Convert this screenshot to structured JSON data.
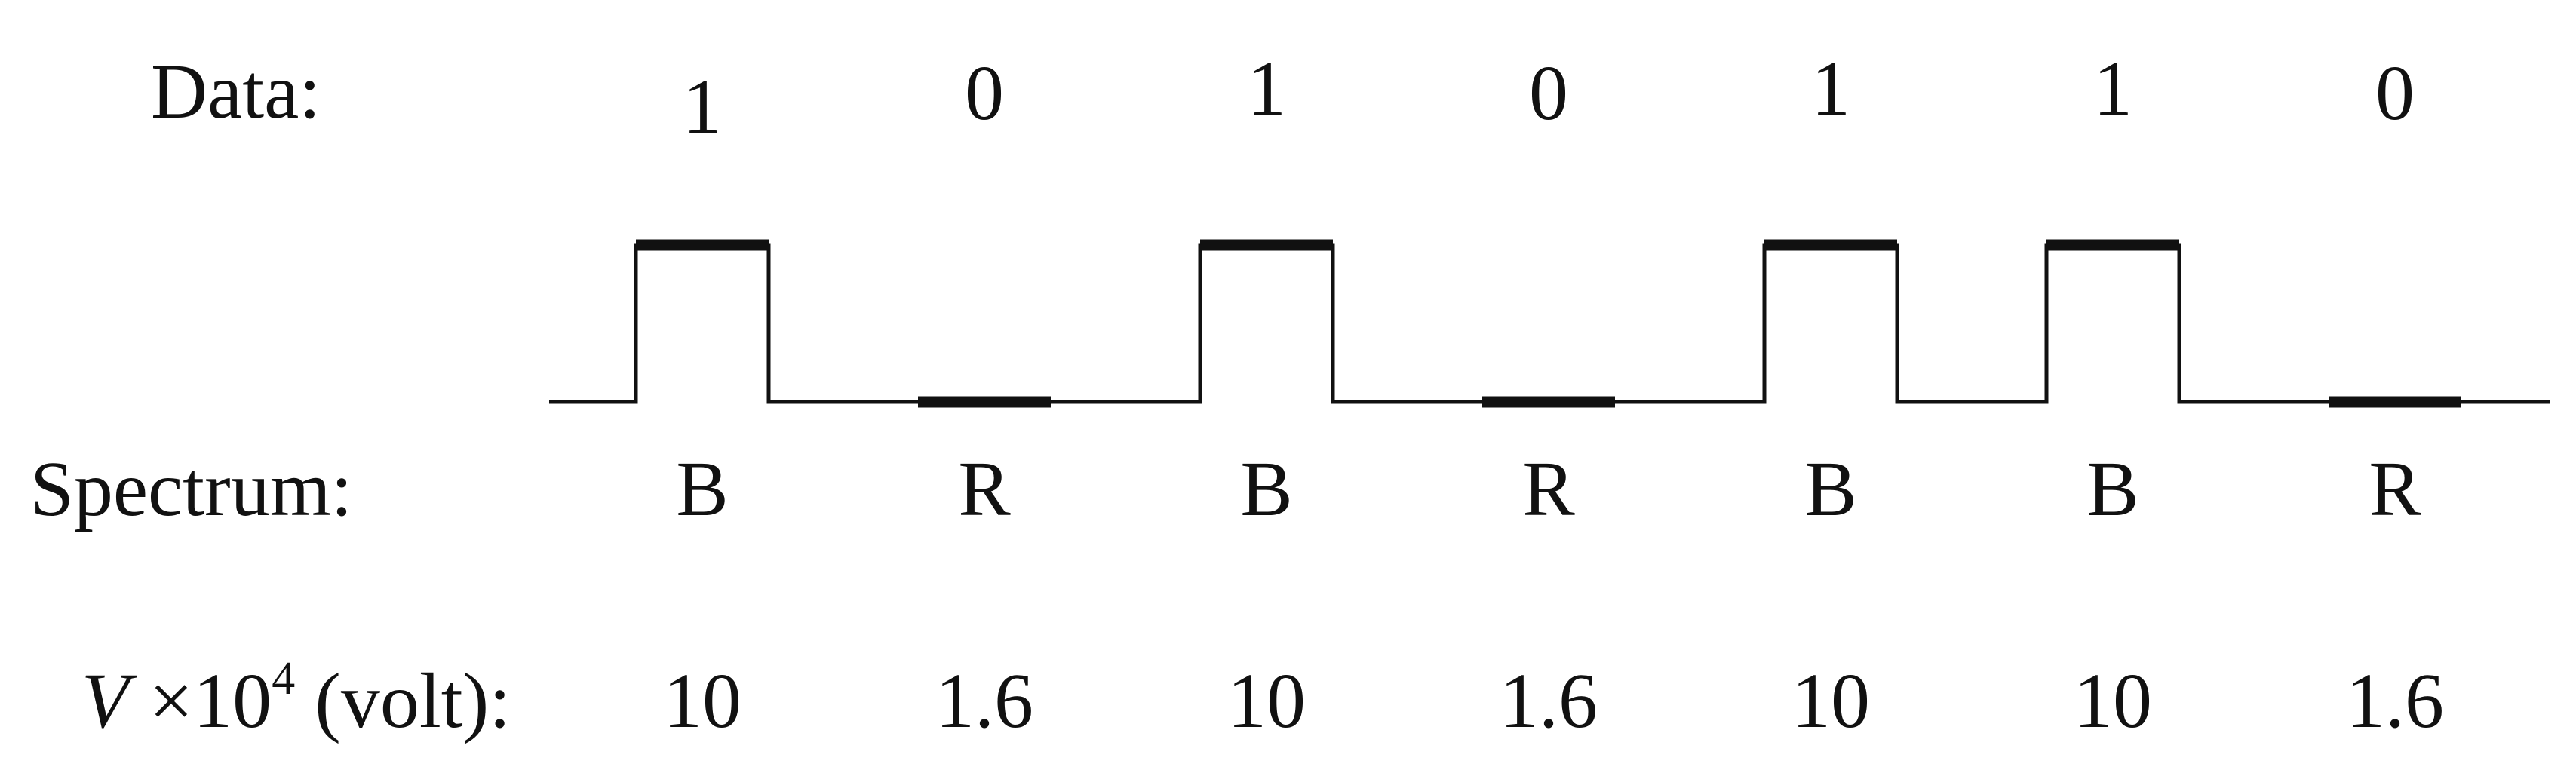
{
  "labels": {
    "data": "Data:",
    "spectrum": "Spectrum:",
    "voltage": {
      "var": "V",
      "times": " ×10",
      "exp": "4",
      "unit": " (volt):"
    }
  },
  "bits": [
    "1",
    "0",
    "1",
    "0",
    "1",
    "1",
    "0"
  ],
  "spectrum": [
    "B",
    "R",
    "B",
    "R",
    "B",
    "B",
    "R"
  ],
  "voltages": [
    "10",
    "1.6",
    "10",
    "1.6",
    "10",
    "10",
    "1.6"
  ],
  "colors": {
    "ink": "#111111",
    "background": "#ffffff"
  }
}
